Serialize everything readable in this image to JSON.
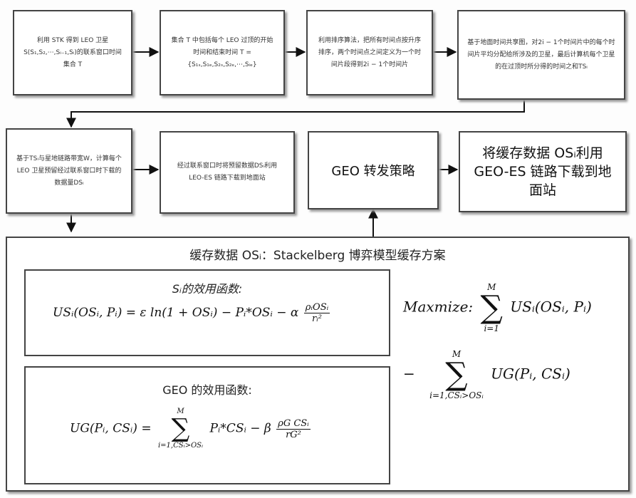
{
  "row1": {
    "box1": "利用 STK 得到 LEO 卫星 S(S₁,S₂,⋯,Sᵢ₋₁,Sᵢ)的联系窗口时间集合 T",
    "box2": "集合 T 中包括每个 LEO 过顶的开始时间和结束时间 T = {S₁ₛ,S₁ₑ,S₂ₛ,S₂ₑ,⋯,Sᵢₑ}",
    "box3": "利用排序算法，把所有时间点按升序排序，两个时间点之间定义为一个时间片段得到2i − 1个时间片",
    "box4": "基于地面时间共享图，对2i − 1个时间片中的每个时间片平均分配给所涉及的卫星，最后计算机每个卫星的在过顶时所分得的时间之和TSᵢ"
  },
  "row2": {
    "box5": "基于TSᵢ与星地链路带宽W，计算每个 LEO 卫星预留经过联系窗口时下载的数据量DSᵢ",
    "box6": "经过联系窗口时将预留数据DSᵢ利用 LEO-ES 链路下载到地面站",
    "geo": "GEO 转发策略",
    "final": "将缓存数据 OSᵢ利用 GEO-ES 链路下载到地面站"
  },
  "panel": {
    "title": "缓存数据 OSᵢ：Stackelberg 博弈模型缓存方案",
    "us_title": "Sᵢ的效用函数:",
    "us": {
      "lhs": "USᵢ(OSᵢ, Pᵢ) = ε ln(1 + OSᵢ) − Pᵢ*OSᵢ − α",
      "num": "ρᵢOSᵢ",
      "den": "rᵢ²"
    },
    "geo_title": "GEO 的效用函数:",
    "ug": {
      "lhs": "UG(Pᵢ, CSᵢ) =",
      "sum_top": "M",
      "sum_bot": "i=1,CSᵢ>OSᵢ",
      "mid": "Pᵢ*CSᵢ − β",
      "num": "ρG CSᵢ",
      "den": "rG²"
    },
    "max": {
      "lead": "Maxmize:",
      "sum1_top": "M",
      "sum1_bot": "i=1",
      "term1": "USᵢ(OSᵢ, Pᵢ)",
      "minus": "−",
      "sum2_top": "M",
      "sum2_bot": "i=1,CSᵢ>OSᵢ",
      "term2": "UG(Pᵢ, CSᵢ)"
    }
  }
}
